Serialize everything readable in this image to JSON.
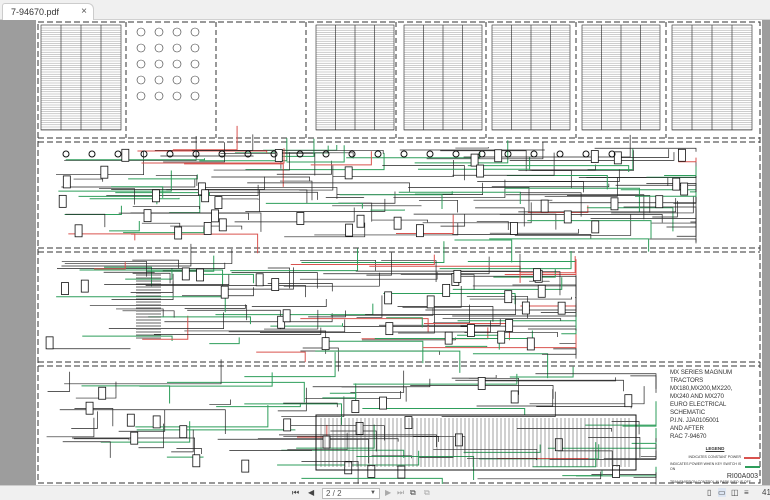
{
  "tab": {
    "title": "7-94670.pdf",
    "close_icon": "close-icon"
  },
  "document": {
    "title_block": {
      "lines": [
        "MX SERIES MAGNUM",
        "TRACTORS",
        "MX180,MX200,MX220,",
        "MX240 AND MX270",
        "EURO ELECTRICAL",
        "SCHEMATIC",
        "P.I.N. JJA0105001",
        "AND AFTER",
        "RAC 7-94670"
      ],
      "legend_title": "LEGEND",
      "legend": [
        {
          "label": "INDICATES CONSTANT POWER",
          "color": "#d9534f"
        },
        {
          "label": "INDICATES POWER WHEN KEY SWITCH IS ON",
          "color": "#2e9e5b"
        }
      ],
      "note": "TRANSMISSION CONTROL IN PARK INFO IS OFF",
      "ref": "RI00A003"
    },
    "wire_colors": {
      "constant_power": "#d9534f",
      "key_on": "#2e9e5b",
      "wire": "#222222"
    }
  },
  "toolbar": {
    "first_page": "⏮",
    "prev_page": "◀",
    "page_value": "2 / 2",
    "next_page": "▶",
    "last_page": "⏭",
    "zoom_partial": "41"
  }
}
